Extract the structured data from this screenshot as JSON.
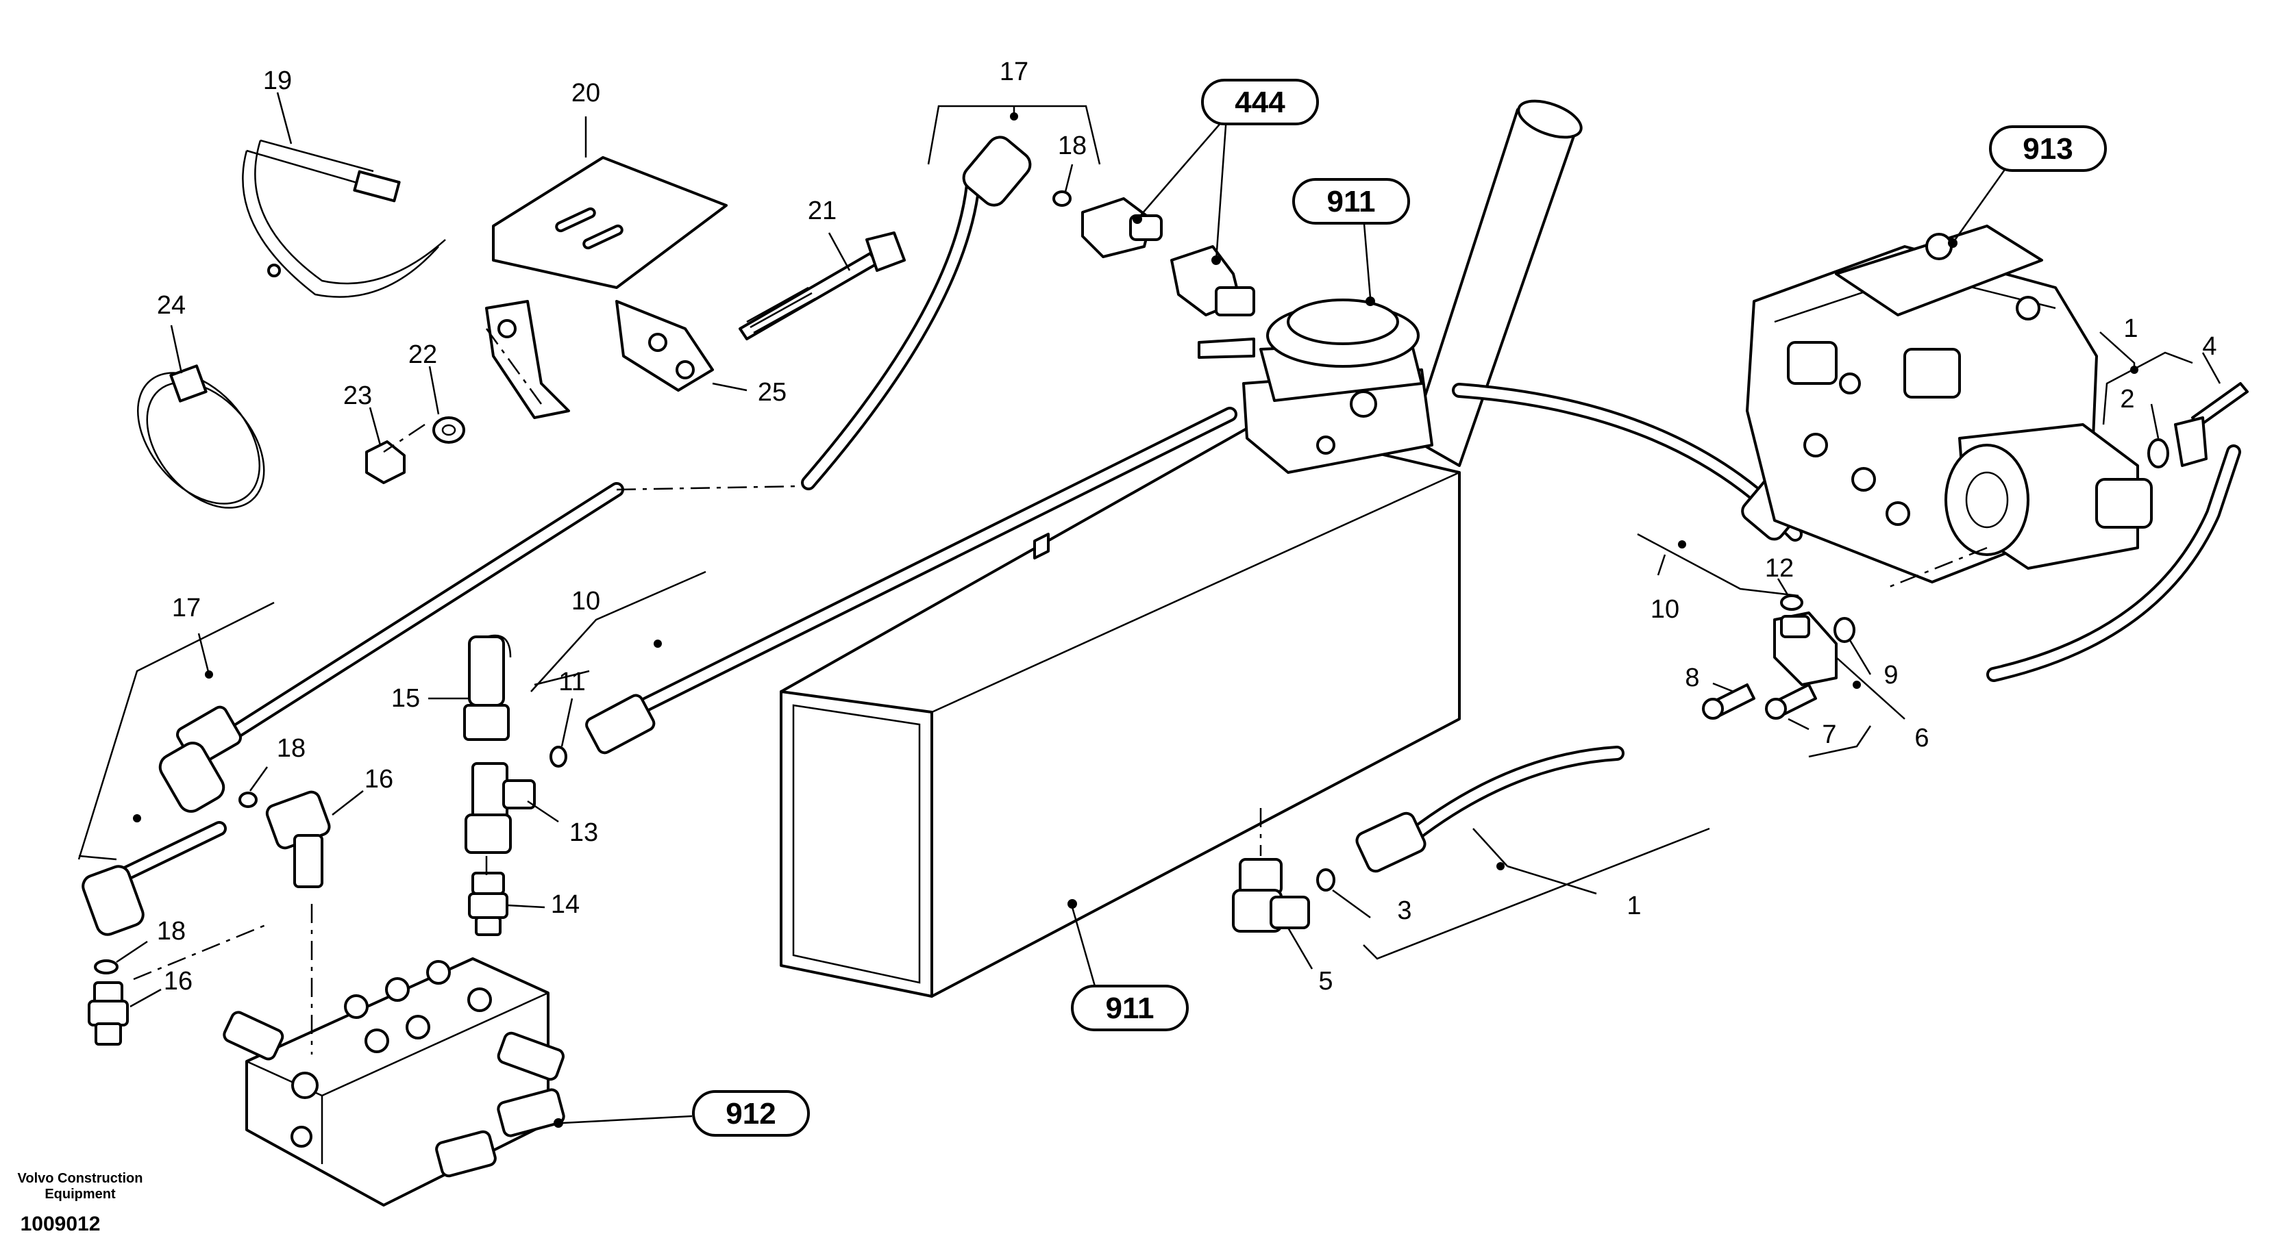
{
  "diagram": {
    "part_labels": {
      "p19": "19",
      "p20": "20",
      "p24": "24",
      "p21": "21",
      "p22": "22",
      "p23": "23",
      "p25": "25",
      "p17_top": "17",
      "p18_top": "18",
      "p17_left": "17",
      "p18_left_a": "18",
      "p16_left_a": "16",
      "p18_left_b": "18",
      "p16_left_b": "16",
      "p10_mid": "10",
      "p15": "15",
      "p11": "11",
      "p13": "13",
      "p14": "14",
      "p3": "3",
      "p5": "5",
      "p1_bottom": "1",
      "p1_right": "1",
      "p2": "2",
      "p4": "4",
      "p10_right": "10",
      "p12": "12",
      "p9": "9",
      "p8": "8",
      "p7": "7",
      "p6": "6"
    },
    "callouts": {
      "c444": "444",
      "c911_top": "911",
      "c913": "913",
      "c911_bottom": "911",
      "c912": "912"
    },
    "footer": {
      "brand_line1": "Volvo Construction",
      "brand_line2": "Equipment",
      "doc_number": "1009012"
    }
  }
}
